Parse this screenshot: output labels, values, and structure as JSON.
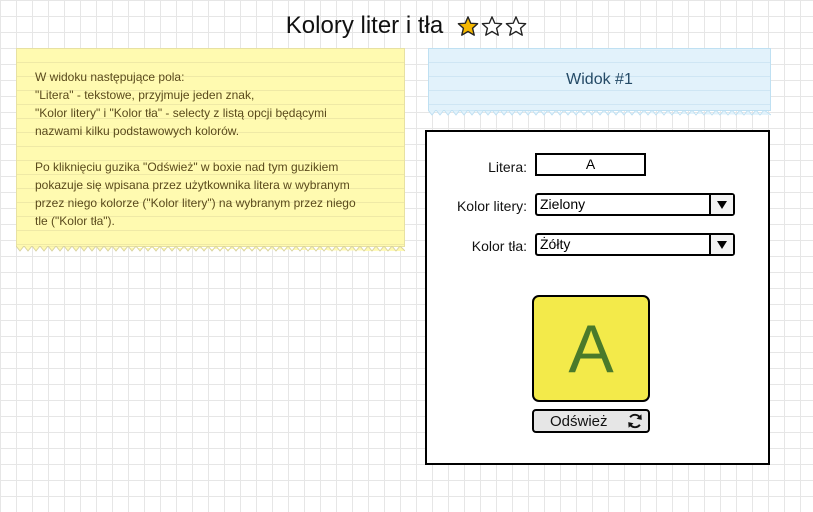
{
  "page": {
    "title": "Kolory liter i tła",
    "rating": {
      "filled": 1,
      "total": 3
    }
  },
  "note": {
    "lines": [
      "W widoku następujące pola:",
      "\"Litera\" - tekstowe, przyjmuje jeden znak,",
      "\"Kolor litery\" i \"Kolor tła\" - selecty z listą opcji będącymi",
      "nazwami kilku podstawowych kolorów.",
      "",
      "Po kliknięciu guzika \"Odśwież\" w boxie nad tym guzikiem",
      "pokazuje się wpisana przez użytkownika litera w wybranym",
      "przez niego kolorze (\"Kolor litery\") na wybranym przez niego",
      "tle (\"Kolor tła\")."
    ]
  },
  "view": {
    "label": "Widok #1"
  },
  "form": {
    "letter_label": "Litera:",
    "letter_value": "A",
    "text_color_label": "Kolor litery:",
    "text_color_value": "Zielony",
    "bg_color_label": "Kolor tła:",
    "bg_color_value": "Żółty"
  },
  "preview": {
    "letter": "A",
    "text_color": "#4a7a2a",
    "bg_color": "#f3ea4a"
  },
  "refresh_button": {
    "label": "Odśwież",
    "icon": "refresh-icon"
  },
  "colors": {
    "star_fill": "#f5b800",
    "note_bg": "#fffab0",
    "view_bg": "#e2f2fb"
  }
}
